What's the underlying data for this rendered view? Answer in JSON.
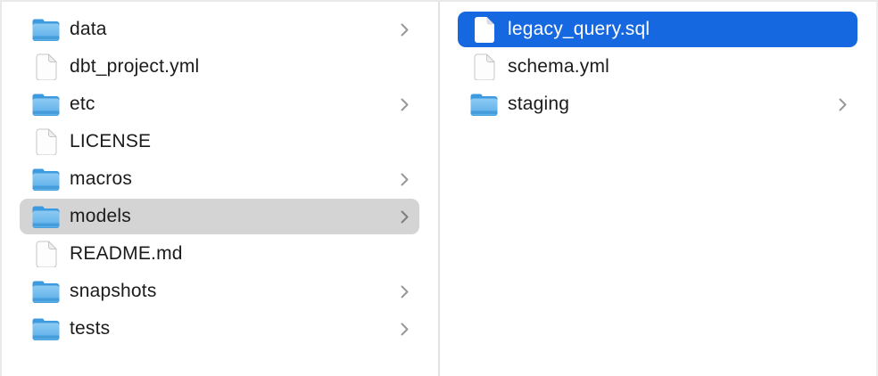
{
  "window": {
    "kind_label": "Finder column view"
  },
  "colors": {
    "background": "#ffffff",
    "selection_blue": "#1668e0",
    "selection_gray": "#d4d4d4",
    "text": "#1b1b1d",
    "selected_text": "#ffffff",
    "chevron_gray": "#97979b",
    "divider": "#e2e2e2",
    "folder_blue_front_top": "#8ccaf3",
    "folder_blue_front_bottom": "#58ade9",
    "folder_blue_back": "#3d9ade"
  },
  "icons": {
    "folder": "folder-icon",
    "file": "document-icon",
    "chevron": "chevron-right-icon"
  },
  "columns": [
    {
      "name": "left-column",
      "items": [
        {
          "label": "data",
          "type": "folder",
          "has_chevron": true,
          "selected": false
        },
        {
          "label": "dbt_project.yml",
          "type": "file",
          "has_chevron": false,
          "selected": false
        },
        {
          "label": "etc",
          "type": "folder",
          "has_chevron": true,
          "selected": false
        },
        {
          "label": "LICENSE",
          "type": "file",
          "has_chevron": false,
          "selected": false
        },
        {
          "label": "macros",
          "type": "folder",
          "has_chevron": true,
          "selected": false
        },
        {
          "label": "models",
          "type": "folder",
          "has_chevron": true,
          "selected": true,
          "selection_style": "inactive-gray"
        },
        {
          "label": "README.md",
          "type": "file",
          "has_chevron": false,
          "selected": false
        },
        {
          "label": "snapshots",
          "type": "folder",
          "has_chevron": true,
          "selected": false
        },
        {
          "label": "tests",
          "type": "folder",
          "has_chevron": true,
          "selected": false
        }
      ]
    },
    {
      "name": "right-column",
      "items": [
        {
          "label": "legacy_query.sql",
          "type": "file",
          "has_chevron": false,
          "selected": true,
          "selection_style": "active-blue"
        },
        {
          "label": "schema.yml",
          "type": "file",
          "has_chevron": false,
          "selected": false
        },
        {
          "label": "staging",
          "type": "folder",
          "has_chevron": true,
          "selected": false
        }
      ]
    }
  ]
}
